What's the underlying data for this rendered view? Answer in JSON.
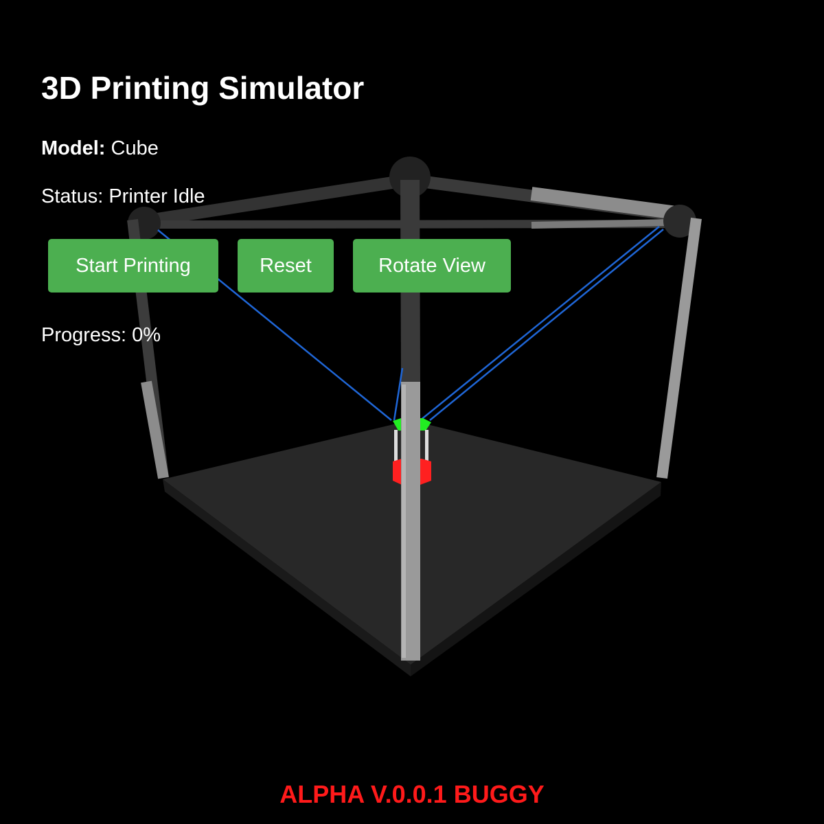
{
  "app": {
    "title": "3D Printing Simulator"
  },
  "info": {
    "model_label": "Model:",
    "model_value": "Cube",
    "status_text": "Status: Printer Idle",
    "progress_text": "Progress: 0%",
    "progress_percent": 0
  },
  "controls": {
    "start_label": "Start Printing",
    "reset_label": "Reset",
    "rotate_label": "Rotate View"
  },
  "footer": {
    "version_text": "ALPHA V.0.0.1 BUGGY"
  },
  "colors": {
    "background": "#000000",
    "button": "#4caf50",
    "footer_text": "#ff1a1a",
    "bed": "#262626",
    "frame": "#8a8a8a",
    "extruder_hotend": "#ff2020",
    "effector": "#22ee22",
    "belts": "#1f66d6"
  }
}
